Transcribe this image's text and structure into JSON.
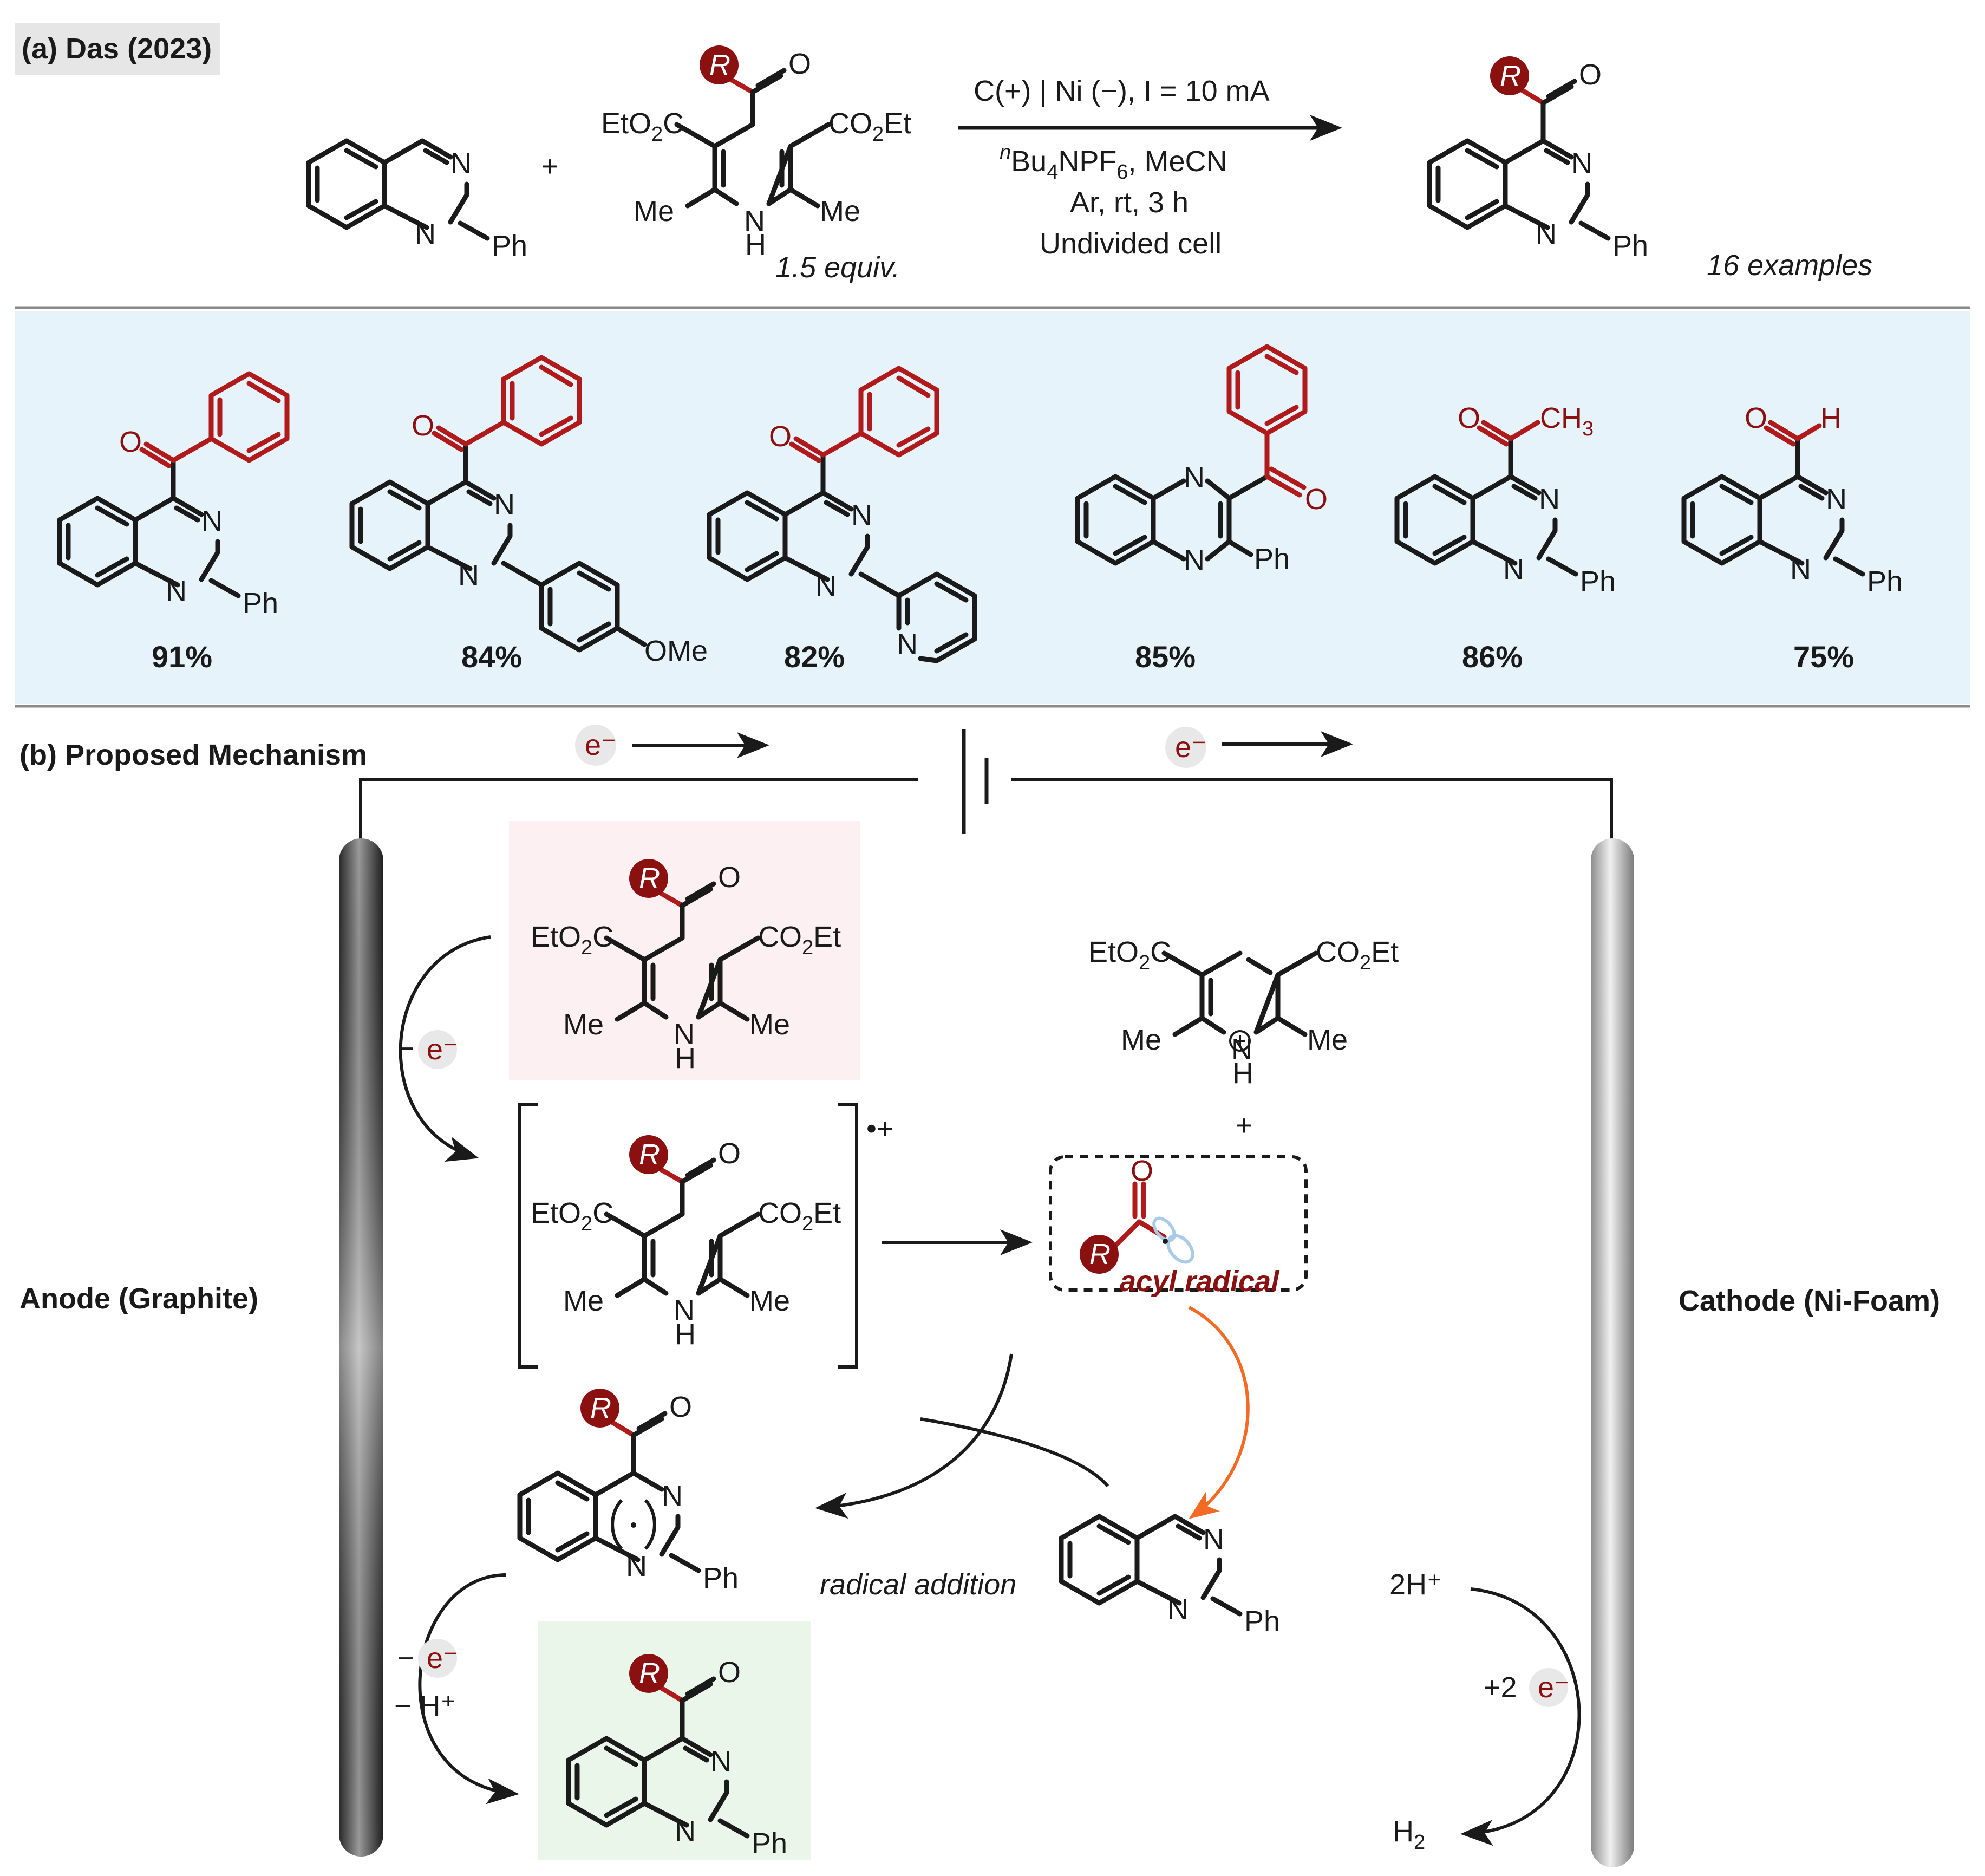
{
  "part_a": {
    "title": "(a) Das (2023)",
    "conditions": {
      "line1": "C(+) | Ni (−), I = 10 mA",
      "line2_prefix": "n",
      "line2_main": "Bu",
      "line2_sub1": "4",
      "line2_mid": "NPF",
      "line2_sub2": "6",
      "line2_end": ", MeCN",
      "line3": "Ar, rt, 3 h",
      "line4": "Undivided cell"
    },
    "equiv": "1.5 equiv.",
    "examples": "16 examples",
    "plus": "+"
  },
  "atoms": {
    "N": "N",
    "H": "H",
    "O": "O",
    "R": "R",
    "Ph": "Ph",
    "Me": "Me",
    "OMe": "OMe",
    "CH3": "CH",
    "CH3_sub": "3",
    "EtO2C_pre": "EtO",
    "EtO2C_post": "C",
    "CO2Et_pre": "CO",
    "CO2Et_post": "Et",
    "sub2": "2"
  },
  "yields": [
    "91%",
    "84%",
    "82%",
    "85%",
    "86%",
    "75%"
  ],
  "part_b": {
    "title": "(b) Proposed Mechanism",
    "anode": "Anode (Graphite)",
    "cathode": "Cathode (Ni-Foam)",
    "electron": "e⁻",
    "minus_e": "−",
    "minus_H": "− H⁺",
    "radical_cation": "•+",
    "acyl_radical": "acyl radical",
    "radical_addition": "radical addition",
    "two_H": "2H⁺",
    "plus_two": "+2",
    "H2_pre": "H",
    "H2_sub": "2",
    "plus": "+"
  },
  "colors": {
    "accent_red": "#8b1010",
    "panel_blue": "#e6f3fb",
    "panel_pink": "#fdf0f3",
    "panel_green": "#eaf6ea",
    "header_gray": "#e6e6e6",
    "orange_arrow": "#f26a24",
    "orbital_blue": "#a9cbe8"
  }
}
